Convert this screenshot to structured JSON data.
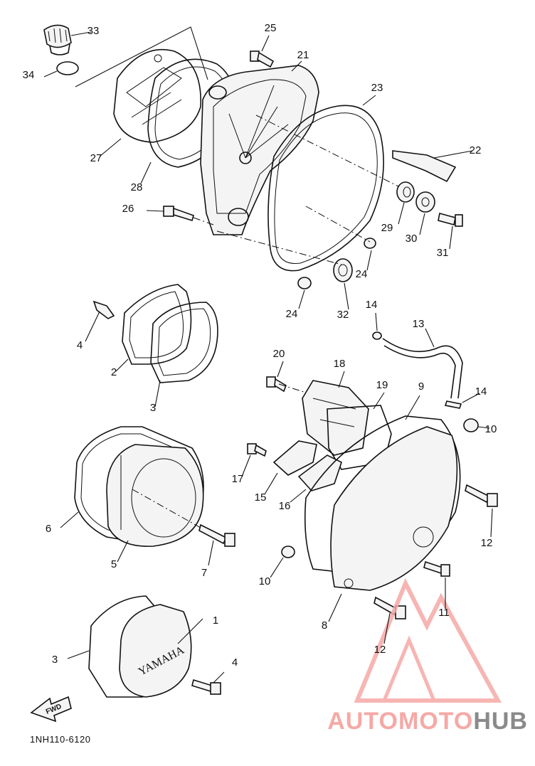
{
  "diagram_code": "1NH110-6120",
  "logo": {
    "part1": "AUTOMOTO",
    "part2": "HUB",
    "color_primary": "#f5a9a6",
    "color_secondary": "#8a8a8a"
  },
  "fwd_arrow_label": "FWD",
  "cover_brand_text": "YAMAHA",
  "callouts": [
    "1",
    "2",
    "3",
    "3",
    "4",
    "4",
    "5",
    "6",
    "7",
    "8",
    "9",
    "10",
    "10",
    "11",
    "12",
    "12",
    "13",
    "14",
    "14",
    "15",
    "16",
    "17",
    "18",
    "19",
    "20",
    "21",
    "22",
    "23",
    "24",
    "24",
    "25",
    "26",
    "27",
    "28",
    "29",
    "30",
    "31",
    "32",
    "33",
    "34"
  ]
}
